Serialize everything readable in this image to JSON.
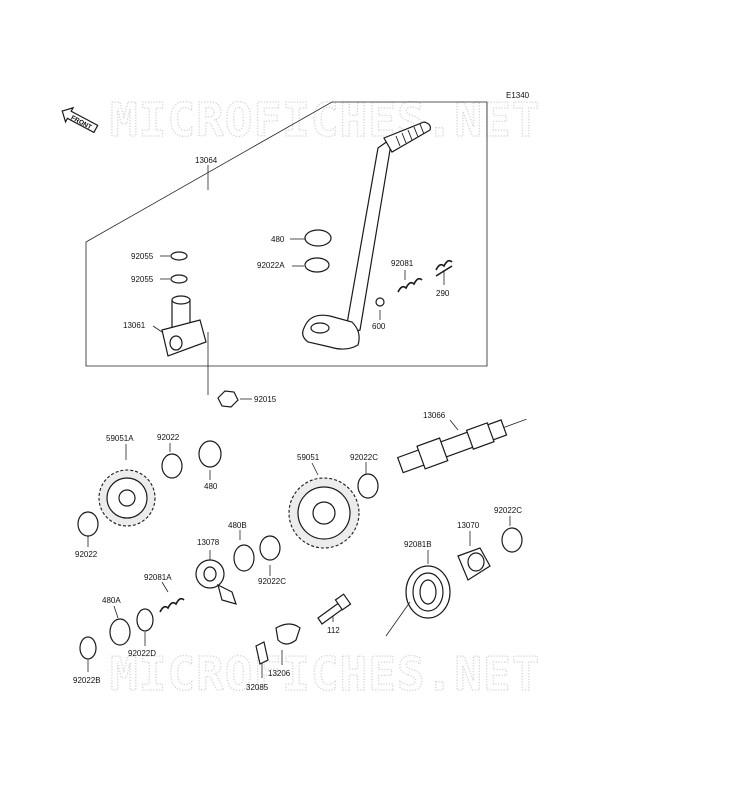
{
  "diagram_code": "E1340",
  "front_badge": "FRONT",
  "watermark_text": "MICROFICHES.NET",
  "colors": {
    "line": "#1a1a1a",
    "watermark": "#d4d4d4",
    "background": "#ffffff"
  },
  "labels": {
    "l13064": "13064",
    "l92055a": "92055",
    "l92055b": "92055",
    "l13061": "13061",
    "l480top": "480",
    "l92022A": "92022A",
    "l92081": "92081",
    "l290": "290",
    "l600": "600",
    "l92015": "92015",
    "l13066": "13066",
    "l59051A": "59051A",
    "l92022top": "92022",
    "l480mid": "480",
    "l92022bot": "92022",
    "l59051": "59051",
    "l92022C_a": "92022C",
    "l13078": "13078",
    "l480B": "480B",
    "l92022C_b": "92022C",
    "l92081A": "92081A",
    "l480A": "480A",
    "l92022D": "92022D",
    "l92022B": "92022B",
    "l92081B": "92081B",
    "l13070": "13070",
    "l92022C_c": "92022C",
    "l112": "112",
    "l13206": "13206",
    "l32085": "32085"
  }
}
